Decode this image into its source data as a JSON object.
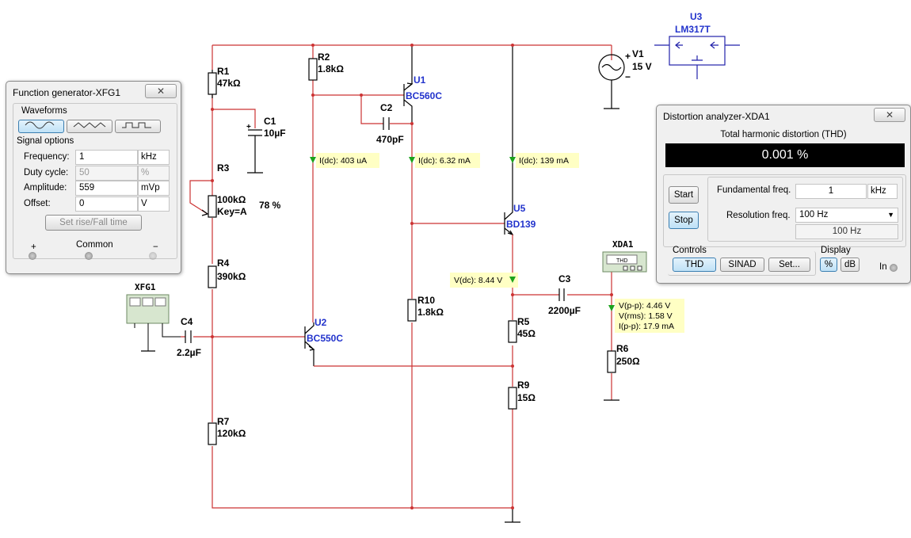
{
  "components": {
    "r1": {
      "name": "R1",
      "value": "47kΩ"
    },
    "r2": {
      "name": "R2",
      "value": "1.8kΩ"
    },
    "r3": {
      "name": "R3",
      "value": "100kΩ",
      "key": "Key=A",
      "setting": "78 %"
    },
    "r4": {
      "name": "R4",
      "value": "390kΩ"
    },
    "r5": {
      "name": "R5",
      "value": "45Ω"
    },
    "r6": {
      "name": "R6",
      "value": "250Ω"
    },
    "r7": {
      "name": "R7",
      "value": "120kΩ"
    },
    "r9": {
      "name": "R9",
      "value": "15Ω"
    },
    "r10": {
      "name": "R10",
      "value": "1.8kΩ"
    },
    "c1": {
      "name": "C1",
      "value": "10µF"
    },
    "c2": {
      "name": "C2",
      "value": "470pF"
    },
    "c3": {
      "name": "C3",
      "value": "2200µF"
    },
    "c4": {
      "name": "C4",
      "value": "2.2µF"
    },
    "u1": {
      "name": "U1",
      "part": "BC560C"
    },
    "u2": {
      "name": "U2",
      "part": "BC550C"
    },
    "u3": {
      "name": "U3",
      "part": "LM317T"
    },
    "u5": {
      "name": "U5",
      "part": "BD139"
    },
    "v1": {
      "name": "V1",
      "value": "15 V",
      "plus": "+",
      "minus": "−"
    },
    "xfg1": {
      "name": "XFG1"
    },
    "xda1": {
      "name": "XDA1",
      "screen": "THD"
    }
  },
  "probes": {
    "p1": "I(dc): 403 uA",
    "p2": "I(dc): 6.32 mA",
    "p3": "I(dc): 139 mA",
    "p4": "V(dc): 8.44 V",
    "p5": [
      "V(p-p): 4.46 V",
      "V(rms): 1.58 V",
      "I(p-p): 17.9 mA"
    ]
  },
  "function_generator": {
    "title": "Function generator-XFG1",
    "waveforms_label": "Waveforms",
    "waveforms": [
      "sine-wave-icon",
      "triangle-wave-icon",
      "square-wave-icon"
    ],
    "selected_waveform": "sine",
    "signal_options_label": "Signal options",
    "fields": [
      {
        "label": "Frequency:",
        "value": "1",
        "unit": "kHz",
        "disabled": false
      },
      {
        "label": "Duty cycle:",
        "value": "50",
        "unit": "%",
        "disabled": true
      },
      {
        "label": "Amplitude:",
        "value": "559",
        "unit": "mVp",
        "disabled": false
      },
      {
        "label": "Offset:",
        "value": "0",
        "unit": "V",
        "disabled": false
      }
    ],
    "rise_fall_button": "Set rise/Fall time",
    "terminals": {
      "plus": "+",
      "common": "Common",
      "minus": "−"
    },
    "close": "✕"
  },
  "distortion_analyzer": {
    "title": "Distortion analyzer-XDA1",
    "thd_label": "Total harmonic distortion (THD)",
    "thd_value": "0.001 %",
    "start_button": "Start",
    "stop_button": "Stop",
    "fund_freq_label": "Fundamental freq.",
    "fund_freq_value": "1",
    "fund_freq_unit": "kHz",
    "res_freq_label": "Resolution freq.",
    "res_freq_selected": "100 Hz",
    "res_freq_display": "100 Hz",
    "controls_label": "Controls",
    "controls": [
      "THD",
      "SINAD",
      "Set..."
    ],
    "display_label": "Display",
    "display_options": [
      "%",
      "dB"
    ],
    "in_label": "In",
    "close": "✕"
  }
}
